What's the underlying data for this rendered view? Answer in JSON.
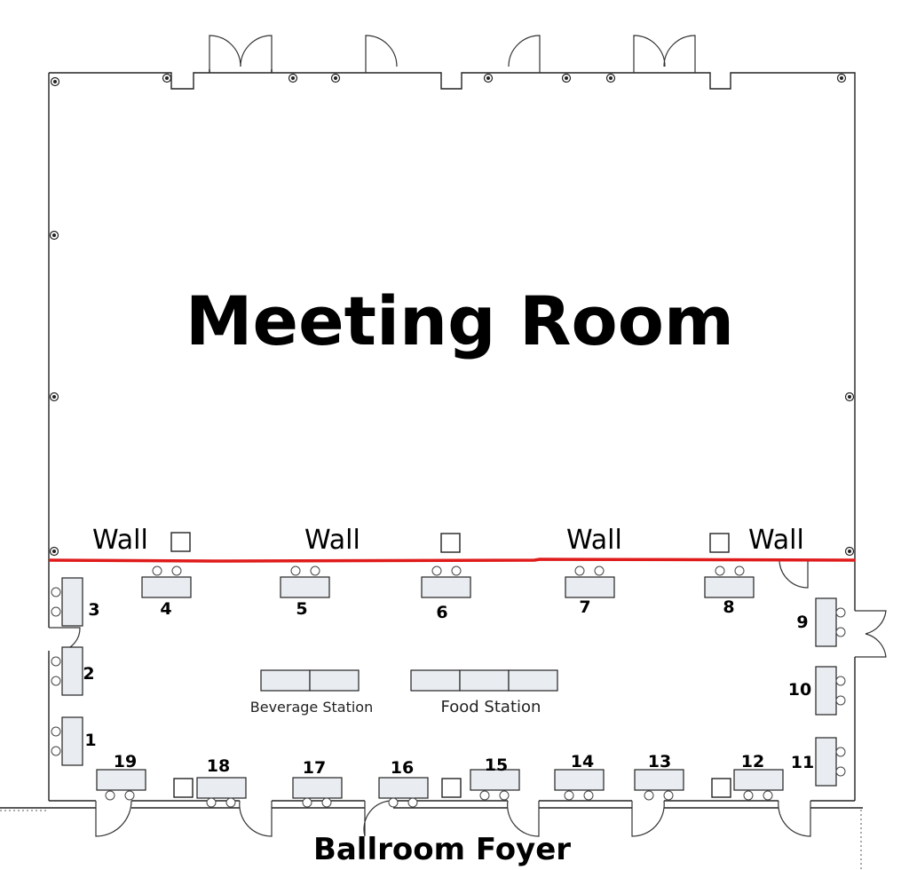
{
  "room_title": "Meeting Room",
  "foyer_label": "Ballroom Foyer",
  "wall_labels": [
    "Wall",
    "Wall",
    "Wall",
    "Wall"
  ],
  "partition_color": "#e01b1b",
  "booths": {
    "1": "1",
    "2": "2",
    "3": "3",
    "4": "4",
    "5": "5",
    "6": "6",
    "7": "7",
    "8": "8",
    "9": "9",
    "10": "10",
    "11": "11",
    "12": "12",
    "13": "13",
    "14": "14",
    "15": "15",
    "16": "16",
    "17": "17",
    "18": "18",
    "19": "19"
  },
  "stations": {
    "beverage": "Beverage Station",
    "food": "Food Station"
  },
  "icons": {
    "outlet": "power-outlet-icon",
    "pillar": "pillar-icon",
    "door": "door-icon"
  }
}
